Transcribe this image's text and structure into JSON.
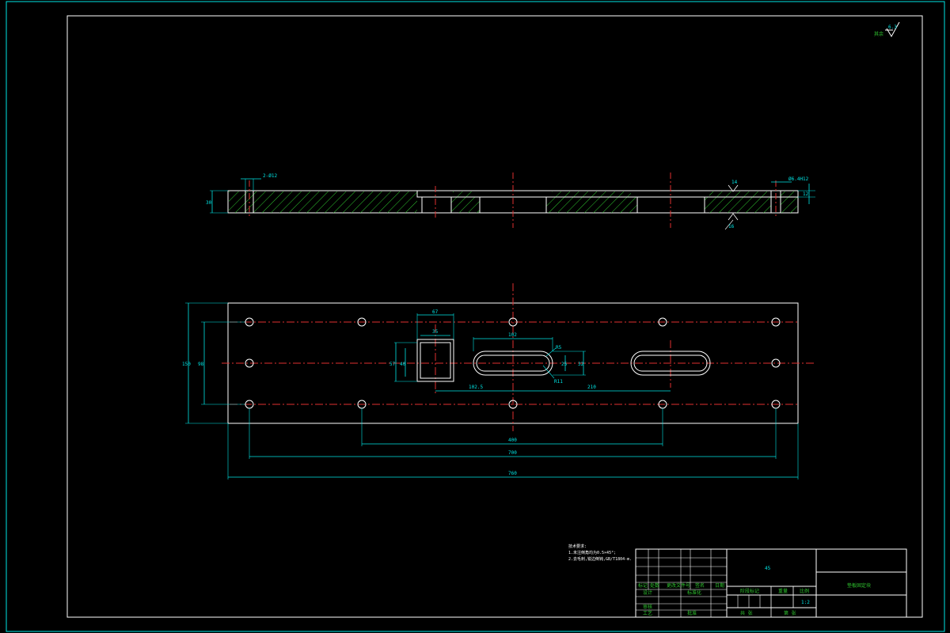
{
  "roughness": {
    "label": "其余",
    "value": "6.3"
  },
  "section_view": {
    "hole_callout": "2-Ø12",
    "right_callout": "Ø6.4H12",
    "thickness": "30",
    "right_dim": "12",
    "counterbore": "14",
    "counterbore_bottom": "16"
  },
  "plan_view": {
    "overall_height": "150",
    "inner_height": "98",
    "pocket_outer": "67",
    "pocket_inner": "35",
    "pocket_height": "57",
    "pocket_height_inner": "40",
    "slot_length": "102",
    "slot_radius_top": "R5",
    "slot_width": "25",
    "slot_outer": "32",
    "slot_radius_bottom": "R11",
    "offset_left": "102.5",
    "offset_right": "210",
    "span_inner": "400",
    "span_middle": "700",
    "span_overall": "760"
  },
  "tech_notes": {
    "title": "技术要求:",
    "line1": "1.未注倒角均为0.5×45°;",
    "line2": "2.去毛刺,锐边倒钝,GB/T1804-m."
  },
  "title_block": {
    "material": "45",
    "part_name": "垫板固定块",
    "row_labels": [
      "标记",
      "处数",
      "更改文件号",
      "签名",
      "日期"
    ],
    "designer": "设计",
    "standardization": "标准化",
    "checker": "审核",
    "process": "工艺",
    "approve": "批准",
    "stage_label": "阶段标记",
    "weight_label": "重量",
    "scale_label": "比例",
    "scale_value": "1:2",
    "sheets_label": "共 张",
    "sheet_label": "第 张"
  }
}
